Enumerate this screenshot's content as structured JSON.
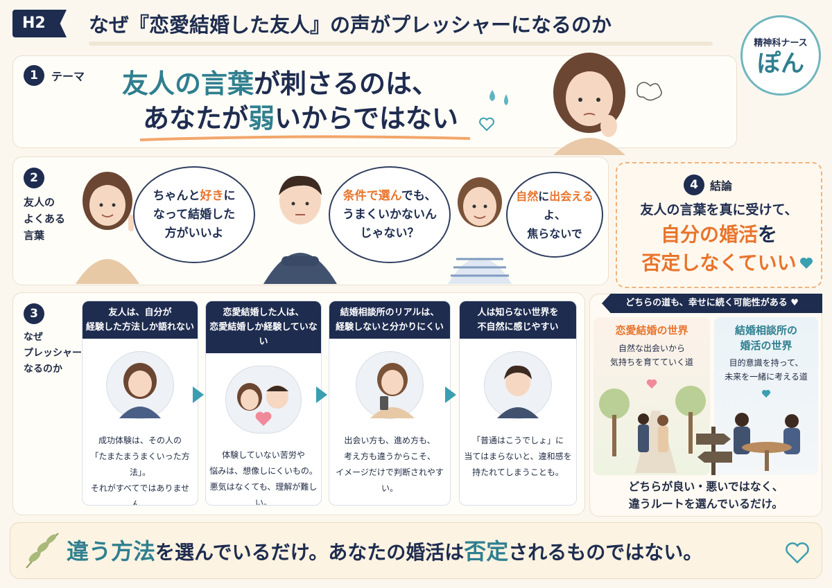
{
  "header": {
    "badge": "H2",
    "title_prefix": "なぜ『",
    "title_keyword": "恋愛結婚した友人",
    "title_suffix": "』の声がプレッシャーになるのか"
  },
  "stamp": {
    "role": "精神科ナース",
    "name": "ぽん"
  },
  "section1": {
    "num": "1",
    "label": "テーマ",
    "line1_a": "友人の言葉",
    "line1_b": "が刺さるのは、",
    "line2_a": "あなたが",
    "line2_b": "弱",
    "line2_c": "いからではない"
  },
  "section2": {
    "num": "2",
    "label_lines": [
      "友人の",
      "よくある",
      "言葉"
    ],
    "bubble1": {
      "l1a": "ちゃんと",
      "l1b": "好き",
      "l1c": "に",
      "l2": "なって結婚した",
      "l3": "方がいいよ"
    },
    "bubble2": {
      "l1a": "条件で選ん",
      "l1b": "でも、",
      "l2": "うまくいかないん",
      "l3": "じゃない？"
    },
    "bubble3": {
      "l1a": "自然",
      "l1b": "に",
      "l1c": "出会える",
      "l1d": "よ、",
      "l2": "焦らないで"
    }
  },
  "section4": {
    "num": "4",
    "label": "結論",
    "line1": "友人の言葉を真に受けて、",
    "line2": "自分の婚活を",
    "line2_suffix": "を",
    "line3": "否定しなくていい"
  },
  "section3": {
    "num": "3",
    "label_lines": [
      "なぜ",
      "プレッシャーに",
      "なるのか"
    ],
    "columns": [
      {
        "head1": "友人は、自分が",
        "head2": "経験した方法しか語れない",
        "text": [
          "成功体験は、その人の",
          "「たまたまうまくいった方法」。",
          "それがすべてではありません。"
        ]
      },
      {
        "head1": "恋愛結婚した人は、",
        "head2": "恋愛結婚しか経験していない",
        "text": [
          "体験していない苦労や",
          "悩みは、想像しにくいもの。",
          "悪気はなくても、理解が難しい。"
        ]
      },
      {
        "head1": "結婚相談所のリアルは、",
        "head2": "経験しないと分かりにくい",
        "text": [
          "出会い方も、進め方も、",
          "考え方も違うからこそ、",
          "イメージだけで判断されやすい。"
        ]
      },
      {
        "head1": "人は知らない世界を",
        "head2": "不自然に感じやすい",
        "text": [
          "「普通はこうでしょ」に",
          "当てはまらないと、違和感を",
          "持たれてしまうことも。"
        ]
      }
    ]
  },
  "routes": {
    "banner": "どちらの道も、幸せに続く可能性がある",
    "left_title_a": "恋愛結婚",
    "left_title_b": "の世界",
    "left_desc": [
      "自然な出会いから",
      "気持ちを育てていく道"
    ],
    "right_title": [
      "結婚相談所の",
      "婚活の世界"
    ],
    "right_desc": [
      "目的意識を持って、",
      "未来を一緒に考える道"
    ],
    "footer": [
      "どちらが良い・悪いではなく、",
      "違うルートを選んでいるだけ。"
    ]
  },
  "bottom": {
    "a": "違う方法",
    "b": "を選んでいるだけ。あなたの婚活は",
    "c": "否定",
    "d": "される",
    "e": "ものではない。"
  },
  "colors": {
    "navy": "#1e2c4f",
    "teal": "#2f7f8f",
    "orange": "#e8742c",
    "cream": "#fbf7ef",
    "blue_arrow": "#3a9fb0"
  }
}
